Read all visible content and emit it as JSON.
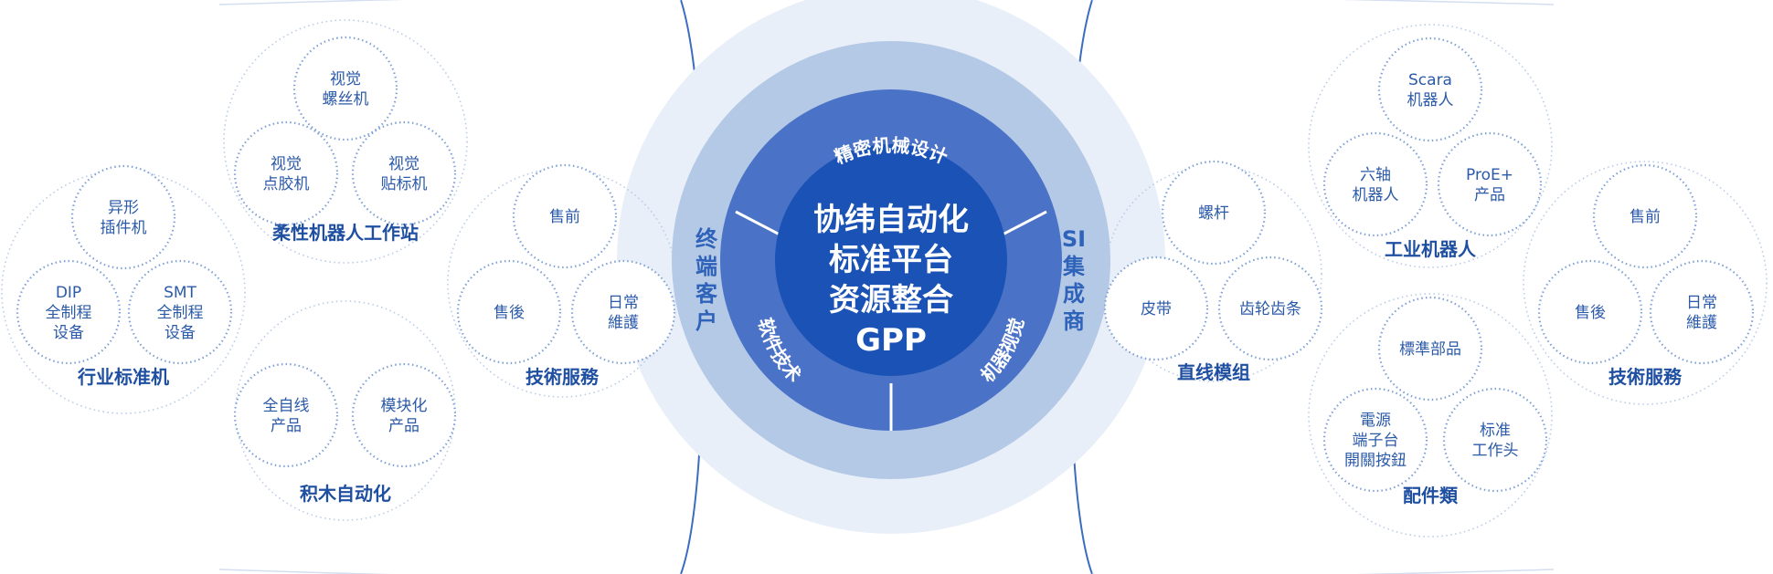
{
  "center": {
    "lines": [
      "协纬自动化",
      "标准平台",
      "资源整合",
      "GPP"
    ]
  },
  "ring_labels": {
    "top": "精密机械设计",
    "left": "软件技术",
    "right": "机器视觉"
  },
  "side_labels": {
    "left": [
      "终",
      "端",
      "客",
      "户"
    ],
    "right": [
      "SI",
      "集",
      "成",
      "商"
    ]
  },
  "groups": {
    "industry_machine": {
      "label": "行业标准机",
      "items": [
        [
          "异形",
          "插件机"
        ],
        [
          "DIP",
          "全制程",
          "设备"
        ],
        [
          "SMT",
          "全制程",
          "设备"
        ]
      ]
    },
    "flexible_robot": {
      "label": "柔性机器人工作站",
      "items": [
        [
          "视觉",
          "螺丝机"
        ],
        [
          "视觉",
          "点胶机"
        ],
        [
          "视觉",
          "贴标机"
        ]
      ]
    },
    "building_block": {
      "label": "积木自动化",
      "items": [
        [
          "全自线",
          "产品"
        ],
        [
          "模块化",
          "产品"
        ]
      ]
    },
    "tech_service_left": {
      "label": "技術服務",
      "items": [
        [
          "售前"
        ],
        [
          "售後"
        ],
        [
          "日常",
          "維護"
        ]
      ]
    },
    "linear_module": {
      "label": "直线模组",
      "items": [
        [
          "螺杆"
        ],
        [
          "皮带"
        ],
        [
          "齿轮齿条"
        ]
      ]
    },
    "industrial_robot": {
      "label": "工业机器人",
      "items": [
        [
          "Scara",
          "机器人"
        ],
        [
          "六轴",
          "机器人"
        ],
        [
          "ProE+",
          "产品"
        ]
      ]
    },
    "accessories": {
      "label": "配件類",
      "items": [
        [
          "標準部品"
        ],
        [
          "電源",
          "端子台",
          "開關按鈕"
        ],
        [
          "标准",
          "工作头"
        ]
      ]
    },
    "tech_service_right": {
      "label": "技術服務",
      "items": [
        [
          "售前"
        ],
        [
          "售後"
        ],
        [
          "日常",
          "維護"
        ]
      ]
    }
  },
  "colors": {
    "outer_halo": "#e9eff8",
    "ring_light": "#b4c9e6",
    "ring_mid": "#4a72c6",
    "core": "#1a52b5",
    "frame_line": "#3a6cc0",
    "text_blue": "#2b5aa8"
  }
}
